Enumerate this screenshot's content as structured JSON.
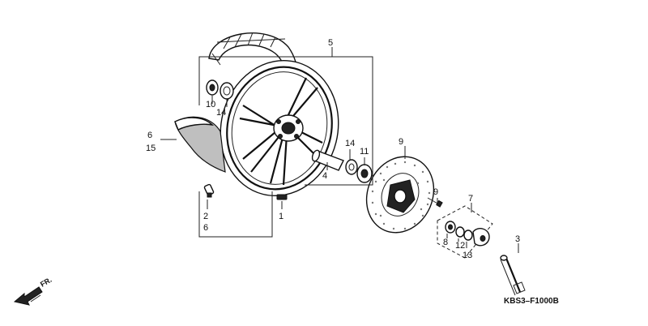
{
  "diagram": {
    "callouts": [
      {
        "id": "c1",
        "text": "1"
      },
      {
        "id": "c2",
        "text": "2"
      },
      {
        "id": "c3",
        "text": "3"
      },
      {
        "id": "c4",
        "text": "4"
      },
      {
        "id": "c5",
        "text": "5"
      },
      {
        "id": "c6a",
        "text": "6"
      },
      {
        "id": "c6b",
        "text": "6"
      },
      {
        "id": "c7",
        "text": "7"
      },
      {
        "id": "c8",
        "text": "8"
      },
      {
        "id": "c9a",
        "text": "9"
      },
      {
        "id": "c9b",
        "text": "9"
      },
      {
        "id": "c10",
        "text": "10"
      },
      {
        "id": "c11",
        "text": "11"
      },
      {
        "id": "c12",
        "text": "12"
      },
      {
        "id": "c13",
        "text": "13"
      },
      {
        "id": "c14a",
        "text": "14"
      },
      {
        "id": "c14b",
        "text": "14"
      },
      {
        "id": "c15",
        "text": "15"
      }
    ],
    "direction_label": "FR.",
    "figure_code": "KBS3–F1000B"
  },
  "colors": {
    "line": "#111111",
    "fill_gray": "#bfbfbf",
    "background": "#ffffff"
  }
}
